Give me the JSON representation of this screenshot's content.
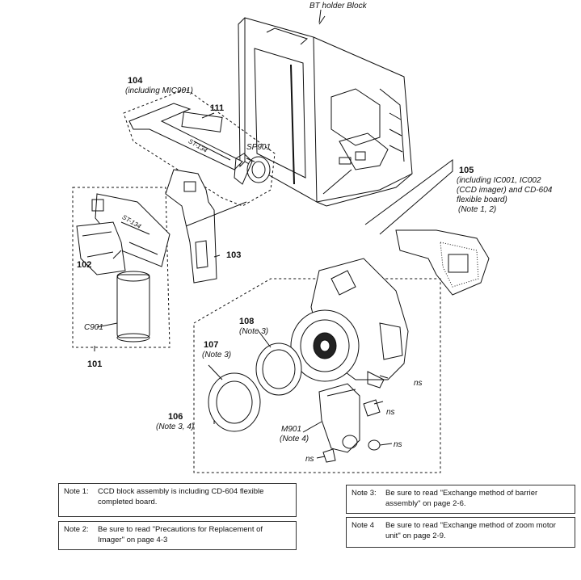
{
  "labels": {
    "bt_holder": "BT holder Block",
    "p104": "104",
    "p104_note": "(including MIC901)",
    "p111": "111",
    "sp901": "SP901",
    "p105": "105",
    "p105_l1": "(including IC001, IC002",
    "p105_l2": "(CCD imager) and CD-604",
    "p105_l3": "flexible board)",
    "p105_l4": "(Note 1, 2)",
    "p102": "102",
    "p103": "103",
    "c901": "C901",
    "p101": "101",
    "p108": "108",
    "p108_note": "(Note 3)",
    "p107": "107",
    "p107_note": "(Note 3)",
    "p106": "106",
    "p106_note": "(Note 3, 4)",
    "ns1": "ns",
    "ns2": "ns",
    "ns3": "ns",
    "ns4": "ns",
    "m901": "M901",
    "m901_note": "(Note 4)",
    "st134_a": "ST-134",
    "st134_b": "ST-134"
  },
  "notes": [
    {
      "key": "Note 1:",
      "text": "CCD block assembly is including CD-604 flexible completed board."
    },
    {
      "key": "Note 2:",
      "text": "Be sure to read \"Precautions for Replacement of Imager\" on page 4-3"
    },
    {
      "key": "Note 3:",
      "text": "Be sure to read \"Exchange method of barrier assembly\" on page 2-6."
    },
    {
      "key": "Note 4",
      "text": "Be sure to read \"Exchange method of zoom motor unit\" on page 2-9."
    }
  ]
}
